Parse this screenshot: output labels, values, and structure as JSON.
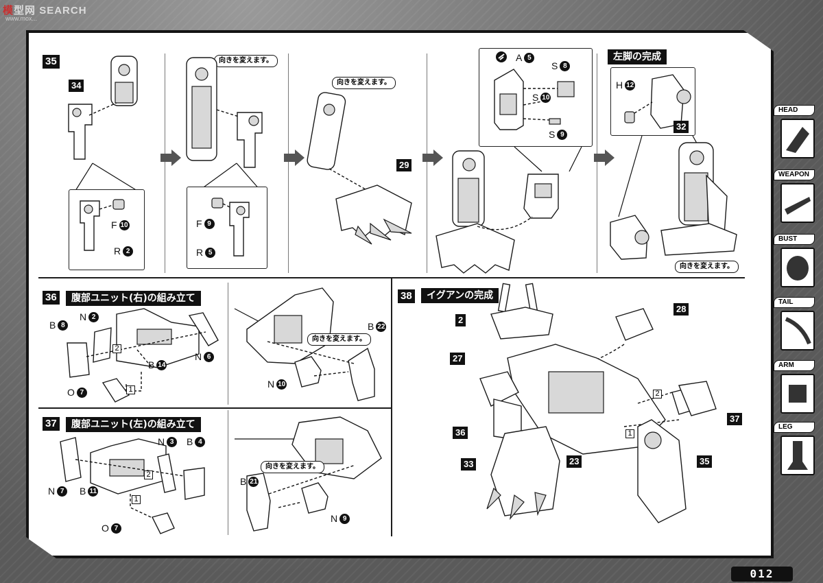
{
  "watermark": {
    "brand_red": "模",
    "brand_rest": "型网 ",
    "brand_search": "SEARCH",
    "sub": "www.mox..."
  },
  "page_number": "012",
  "sidebar": {
    "tabs": [
      {
        "label": "HEAD",
        "icon": "head-icon"
      },
      {
        "label": "WEAPON",
        "icon": "weapon-icon"
      },
      {
        "label": "BUST",
        "icon": "bust-icon"
      },
      {
        "label": "TAIL",
        "icon": "tail-icon"
      },
      {
        "label": "ARM",
        "icon": "arm-icon"
      },
      {
        "label": "LEG",
        "icon": "leg-icon"
      }
    ]
  },
  "step35": {
    "badge": "35",
    "col1": {
      "label": "34",
      "sub_parts": [
        {
          "letter": "F",
          "num": "10"
        },
        {
          "letter": "R",
          "num": "2"
        }
      ]
    },
    "col2": {
      "note": "向きを変えます。",
      "sub_parts": [
        {
          "letter": "F",
          "num": "9"
        },
        {
          "letter": "R",
          "num": "5"
        }
      ]
    },
    "col3": {
      "note": "向きを変えます。",
      "label": "29"
    },
    "col4": {
      "parts": [
        {
          "letter": "A",
          "num": "5"
        },
        {
          "letter": "S",
          "num": "8"
        },
        {
          "letter": "S",
          "num": "10"
        },
        {
          "letter": "S",
          "num": "9"
        }
      ]
    },
    "col5": {
      "title": "左脚の完成",
      "part": {
        "letter": "H",
        "num": "12"
      },
      "label": "32",
      "note": "向きを変えます。"
    }
  },
  "step36": {
    "badge": "36",
    "title": "腹部ユニット(右)の組み立て",
    "parts": [
      {
        "letter": "B",
        "num": "8"
      },
      {
        "letter": "N",
        "num": "2"
      },
      {
        "letter": "N",
        "num": "6"
      },
      {
        "letter": "B",
        "num": "14"
      },
      {
        "letter": "O",
        "num": "7"
      },
      {
        "letter": "B",
        "num": "22"
      },
      {
        "letter": "N",
        "num": "10"
      }
    ],
    "box_nums": [
      "2",
      "1"
    ],
    "note": "向きを変えます。"
  },
  "step37": {
    "badge": "37",
    "title": "腹部ユニット(左)の組み立て",
    "parts": [
      {
        "letter": "N",
        "num": "3"
      },
      {
        "letter": "B",
        "num": "4"
      },
      {
        "letter": "N",
        "num": "7"
      },
      {
        "letter": "B",
        "num": "11"
      },
      {
        "letter": "O",
        "num": "7"
      },
      {
        "letter": "B",
        "num": "21"
      },
      {
        "letter": "N",
        "num": "9"
      }
    ],
    "box_nums": [
      "2",
      "1"
    ],
    "note": "向きを変えます。"
  },
  "step38": {
    "badge": "38",
    "title": "イグアンの完成",
    "labels": [
      "2",
      "28",
      "27",
      "36",
      "33",
      "23",
      "37",
      "35"
    ],
    "box_nums": [
      "2",
      "1"
    ]
  }
}
